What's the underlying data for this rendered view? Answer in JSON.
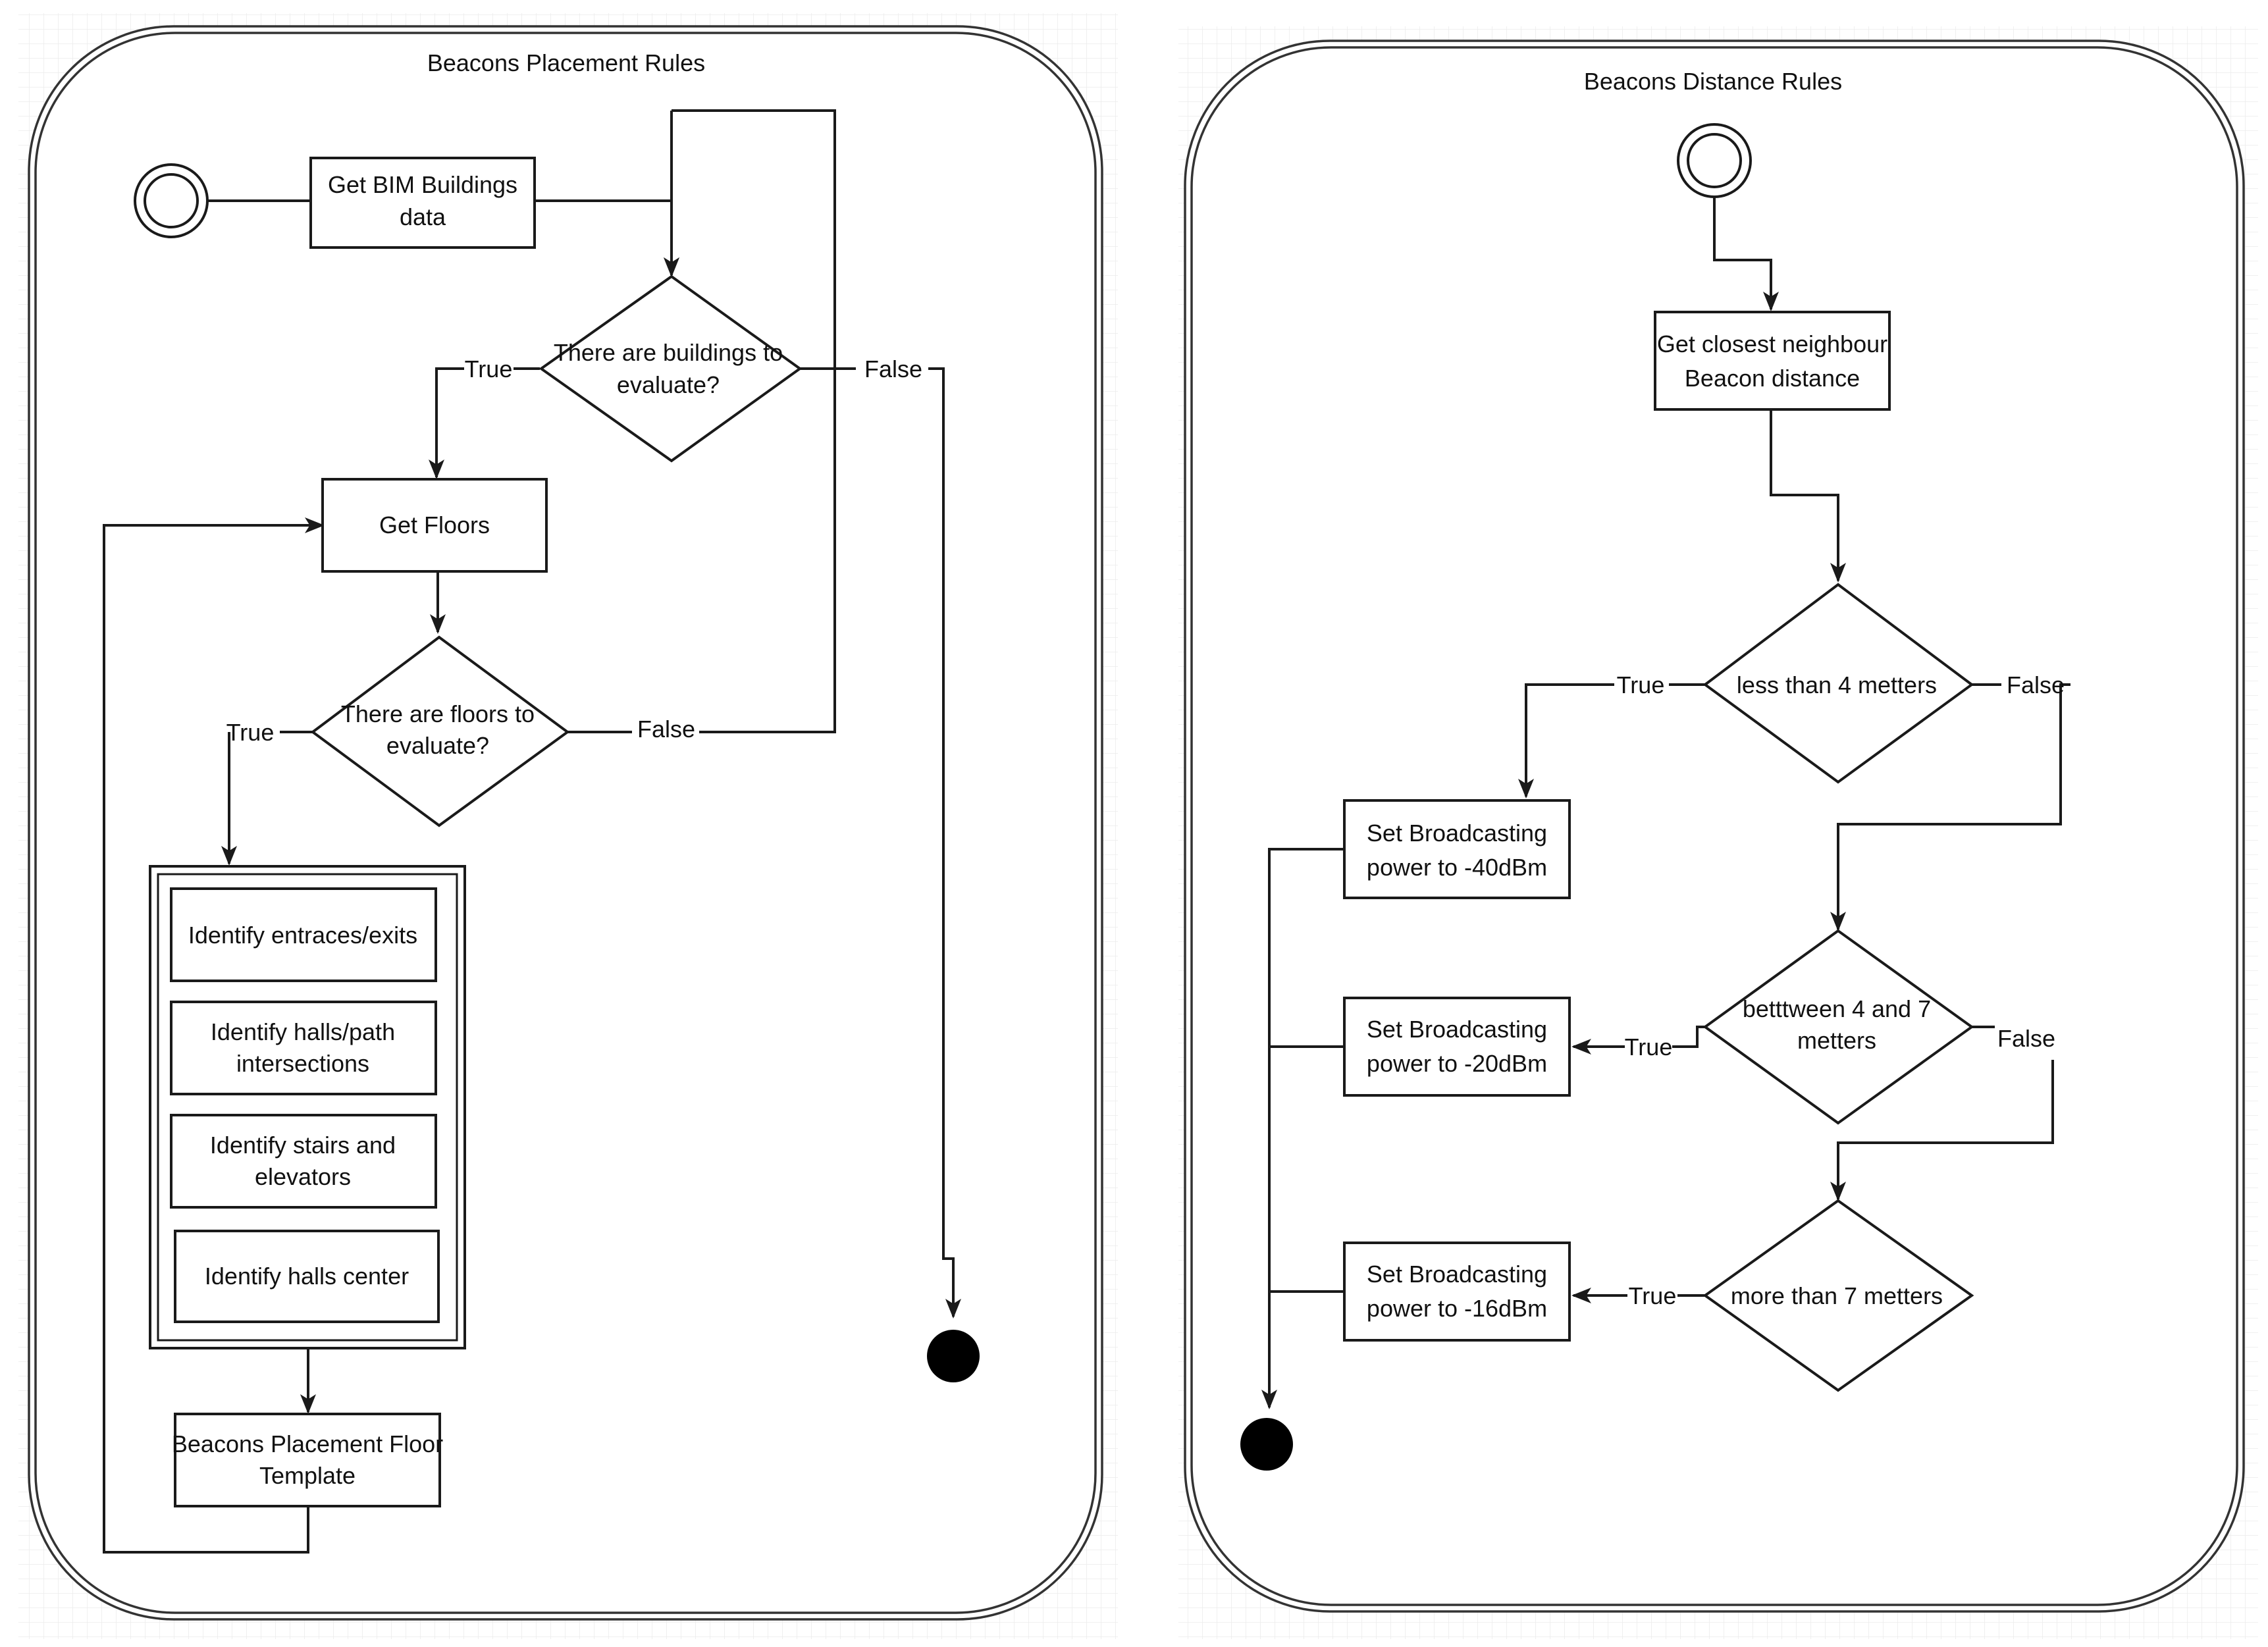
{
  "left": {
    "title": "Beacons Placement Rules",
    "get_bim": [
      "Get BIM Buildings",
      "data"
    ],
    "buildings_q": [
      "There are buildings to",
      "evaluate?"
    ],
    "get_floors": "Get Floors",
    "floors_q": [
      "There are floors to",
      "evaluate?"
    ],
    "identify_entrances": "Identify entraces/exits",
    "identify_halls_path": [
      "Identify halls/path",
      "intersections"
    ],
    "identify_stairs": [
      "Identify stairs and",
      "elevators"
    ],
    "identify_halls_center": "Identify halls center",
    "template": [
      "Beacons Placement Floor",
      "Template"
    ],
    "true_label": "True",
    "false_label": "False"
  },
  "right": {
    "title": "Beacons Distance Rules",
    "get_closest": [
      "Get closest neighbour",
      "Beacon distance"
    ],
    "q_less4": "less than 4 metters",
    "q_between": [
      "betttween 4 and 7",
      "metters"
    ],
    "q_more7": "more than 7 metters",
    "set_40": [
      "Set Broadcasting",
      "power to -40dBm"
    ],
    "set_20": [
      "Set Broadcasting",
      "power to -20dBm"
    ],
    "set_16": [
      "Set Broadcasting",
      "power to -16dBm"
    ],
    "true_label": "True",
    "false_label": "False"
  },
  "colors": {
    "stroke": "#1a1a1a",
    "grid": "#e6e6e6",
    "final_node": "#000000"
  }
}
